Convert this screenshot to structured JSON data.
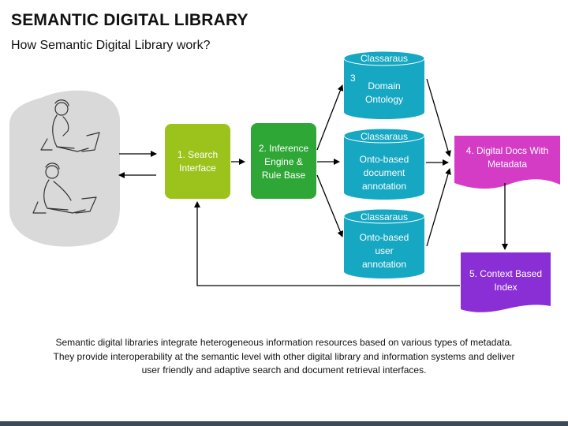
{
  "title": "SEMANTIC DIGITAL LIBRARY",
  "subtitle": "How Semantic Digital Library work?",
  "nodes": {
    "search": {
      "label": "1. Search Interface"
    },
    "inference": {
      "label": "2. Inference Engine & Rule Base"
    },
    "ontology": {
      "header": "Classaraus",
      "number": "3",
      "label": "Domain Ontology"
    },
    "onto_doc": {
      "header": "Classaraus",
      "label": "Onto-based document annotation"
    },
    "onto_user": {
      "header": "Classaraus",
      "label": "Onto-based user annotation"
    },
    "digital_docs": {
      "label": "4. Digital Docs With Metadata"
    },
    "context_index": {
      "label": "5. Context Based Index"
    }
  },
  "caption": "Semantic digital libraries integrate heterogeneous information resources based on various types of metadata. They provide interoperability at the semantic level with other digital library and information systems and deliver user friendly and adaptive search and document retrieval interfaces.",
  "colors": {
    "lime": "#9cc31b",
    "green": "#2ea736",
    "teal": "#16a7c2",
    "magenta": "#d43cc6",
    "purple": "#8a2ed6",
    "blob": "#d9d9d9",
    "footer": "#3b4a59"
  }
}
